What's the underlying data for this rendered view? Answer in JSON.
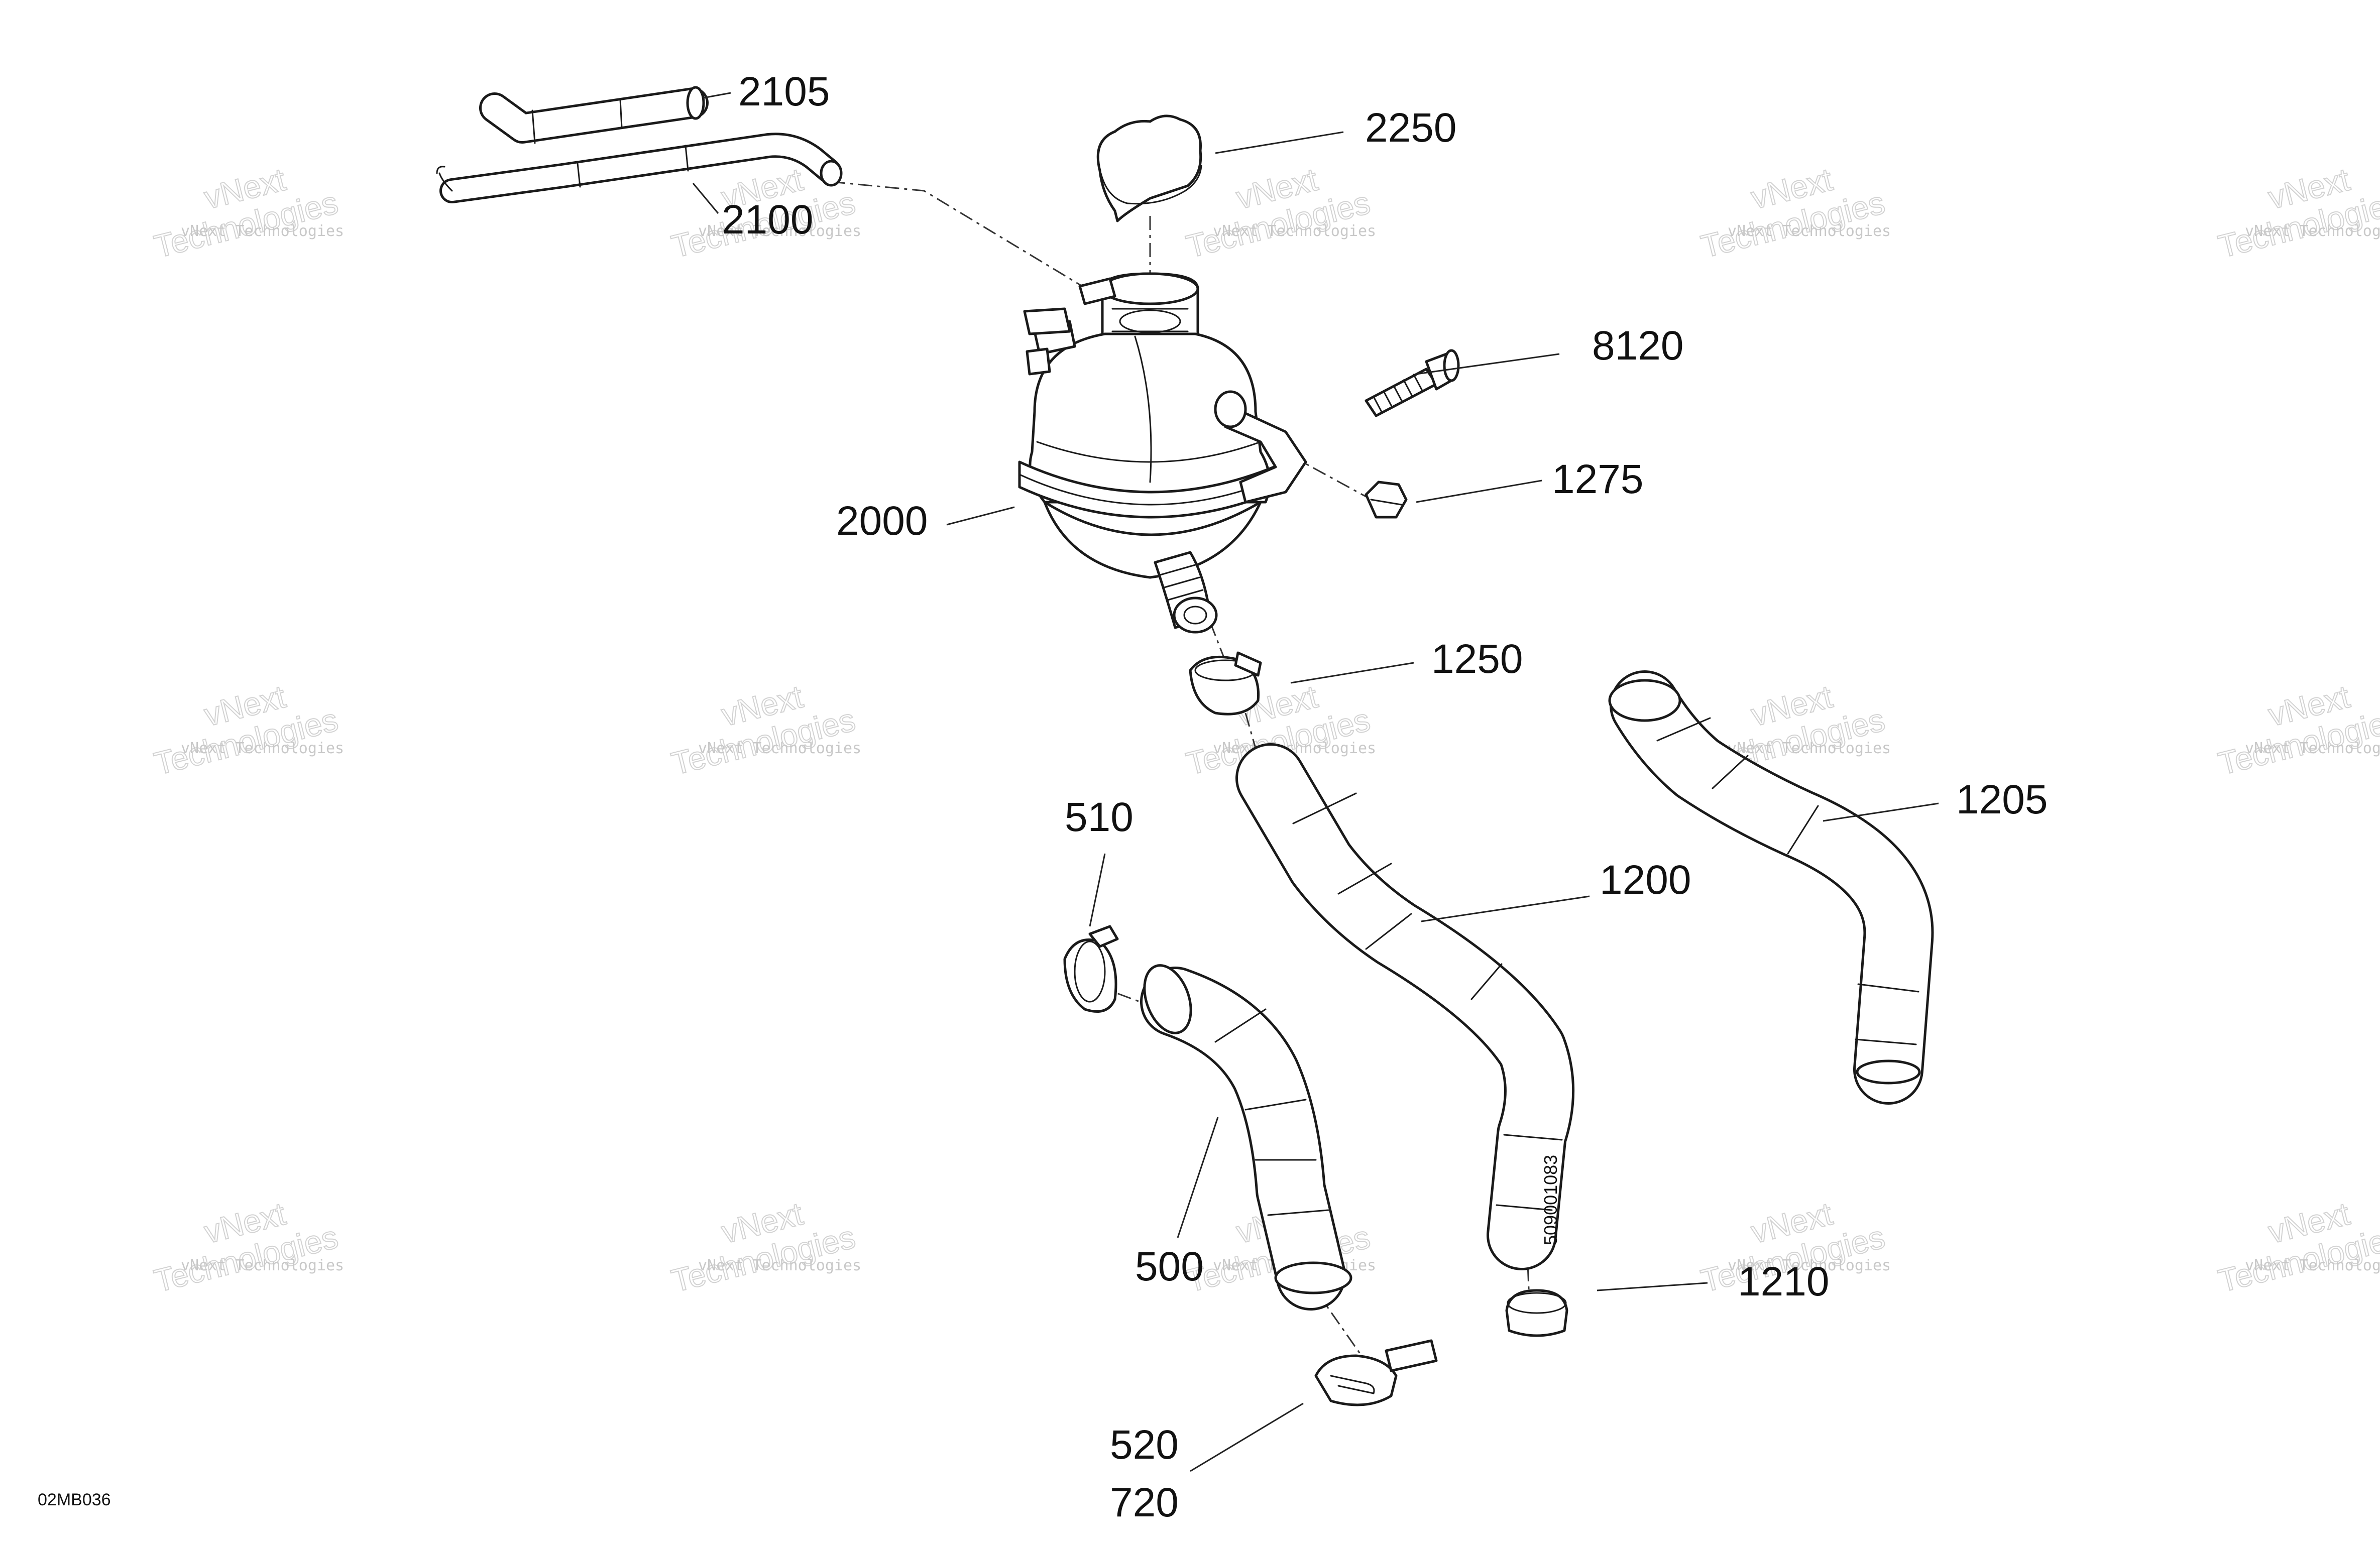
{
  "diagram": {
    "drawing_code": "02MB036",
    "hose_marking": "509001083",
    "watermark": {
      "small_text": "vNext Technologies",
      "large_line1": "vNext",
      "large_line2": "Technologies"
    },
    "callouts": {
      "c2105": "2105",
      "c2100": "2100",
      "c2250": "2250",
      "c8120": "8120",
      "c1275": "1275",
      "c2000": "2000",
      "c1250": "1250",
      "c1205": "1205",
      "c1200": "1200",
      "c510": "510",
      "c500": "500",
      "c1210": "1210",
      "c520": "520",
      "c720": "720"
    }
  }
}
